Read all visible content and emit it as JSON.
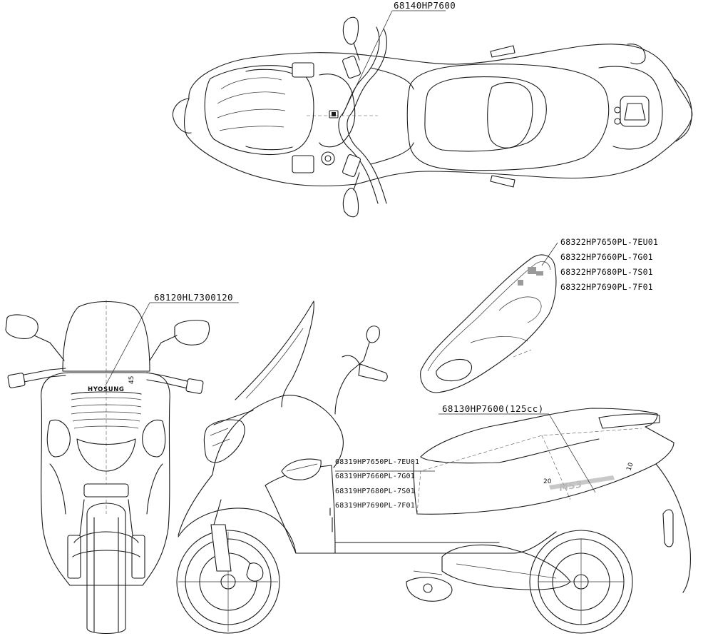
{
  "parts": {
    "top_view_part": "68140HP7600",
    "front_view_part": "68120HL7300120",
    "seat_part": "68130HP7600(125cc)",
    "storage_parts": [
      "68322HP7650PL-7EU01",
      "68322HP7660PL-7G01",
      "68322HP7680PL-7S01",
      "68322HP7690PL-7F01"
    ],
    "side_cover_parts": [
      "68319HP7650PL-7EU01",
      "68319HP7660PL-7G01",
      "68319HP7680PL-7S01",
      "68319HP7690PL-7F01"
    ]
  },
  "markings": {
    "brand": "HYOSUNG",
    "windshield_dim": "45",
    "side_dim_a": "20",
    "side_dim_b": "10",
    "model_logo": "MS3"
  }
}
